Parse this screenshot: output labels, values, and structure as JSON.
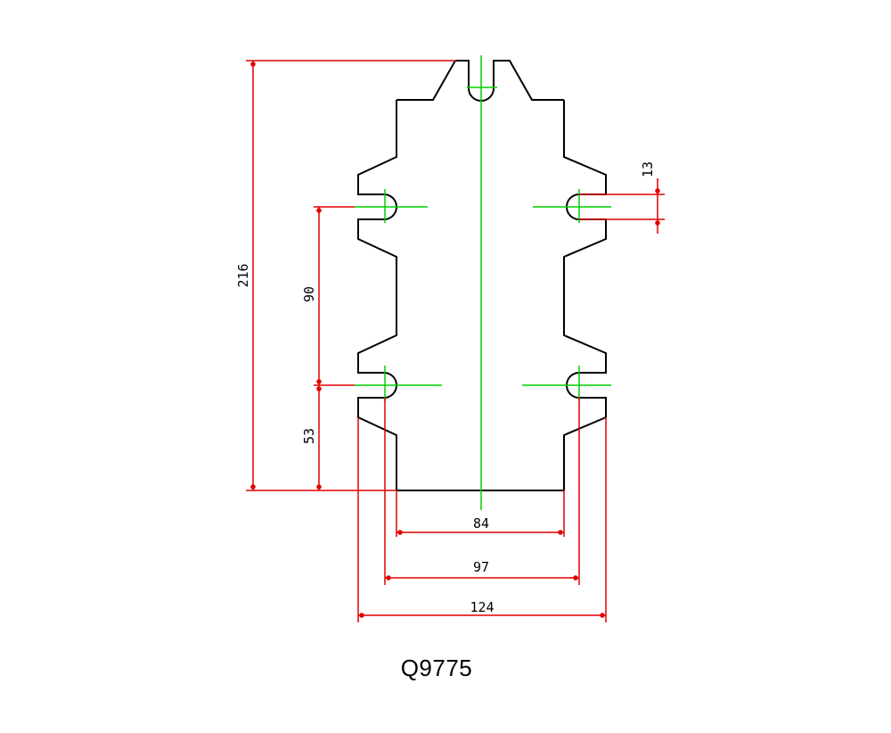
{
  "part_number": "Q9775",
  "dimensions": {
    "overall_height": "216",
    "groove_spacing": "90",
    "lower_groove_height": "53",
    "groove_width": "13",
    "base_width": "84",
    "groove_diameter": "97",
    "outer_diameter": "124"
  },
  "colors": {
    "outline": "#000000",
    "dimension": "#e00000",
    "centerline": "#00d000",
    "background": "#ffffff"
  }
}
